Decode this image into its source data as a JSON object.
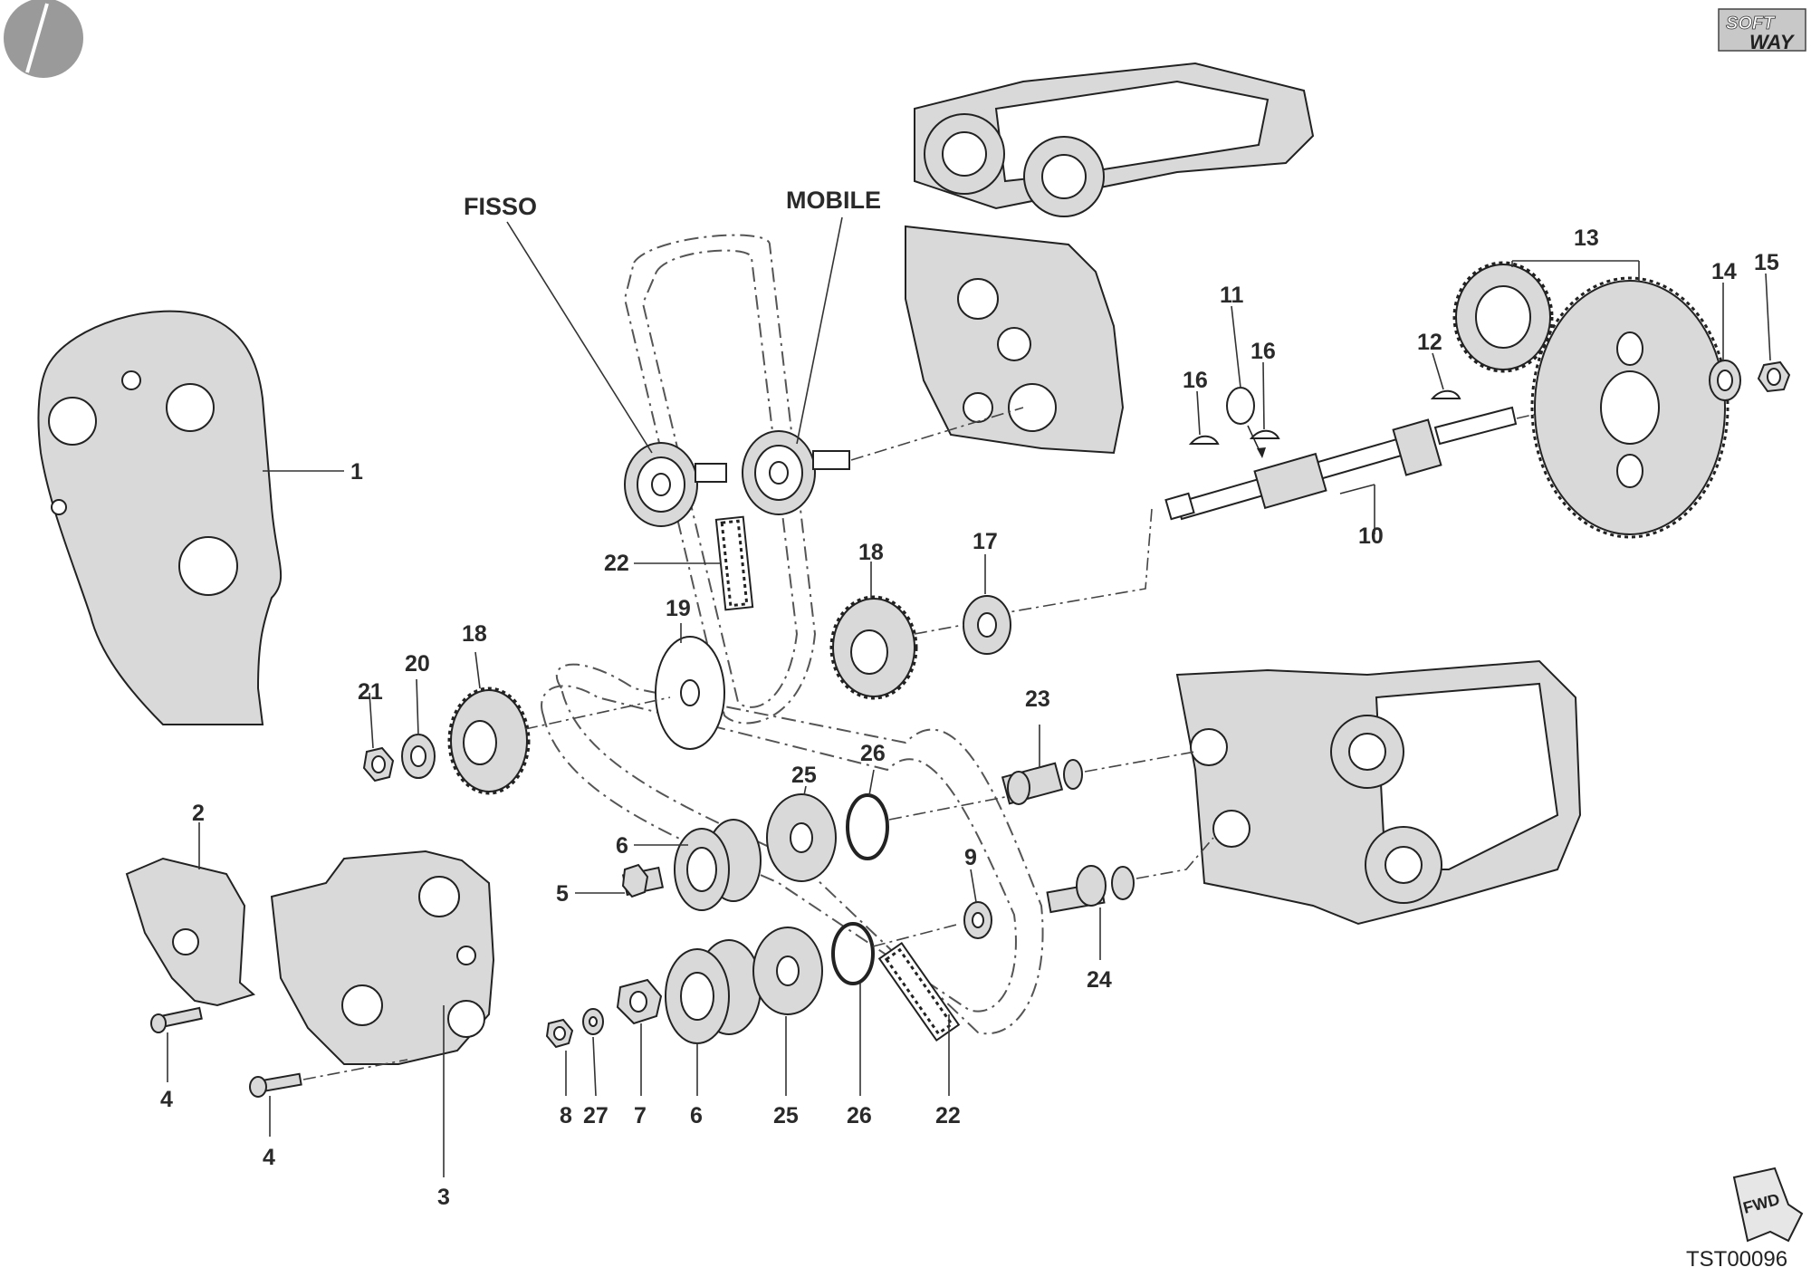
{
  "labels": {
    "fisso": "FISSO",
    "mobile": "MOBILE",
    "n1": "1",
    "n2": "2",
    "n3": "3",
    "n4a": "4",
    "n4b": "4",
    "n5": "5",
    "n6a": "6",
    "n6b": "6",
    "n7": "7",
    "n8": "8",
    "n9": "9",
    "n10": "10",
    "n11": "11",
    "n12": "12",
    "n13": "13",
    "n14": "14",
    "n15": "15",
    "n16a": "16",
    "n16b": "16",
    "n17": "17",
    "n18a": "18",
    "n18b": "18",
    "n19": "19",
    "n20": "20",
    "n21": "21",
    "n22a": "22",
    "n22b": "22",
    "n23": "23",
    "n24": "24",
    "n25a": "25",
    "n25b": "25",
    "n26a": "26",
    "n26b": "26",
    "n27": "27"
  },
  "drawing_code": "TST00096",
  "brand_logo": {
    "line1": "SOFT",
    "line2": "WAY"
  },
  "fwd_symbol": "FWD"
}
